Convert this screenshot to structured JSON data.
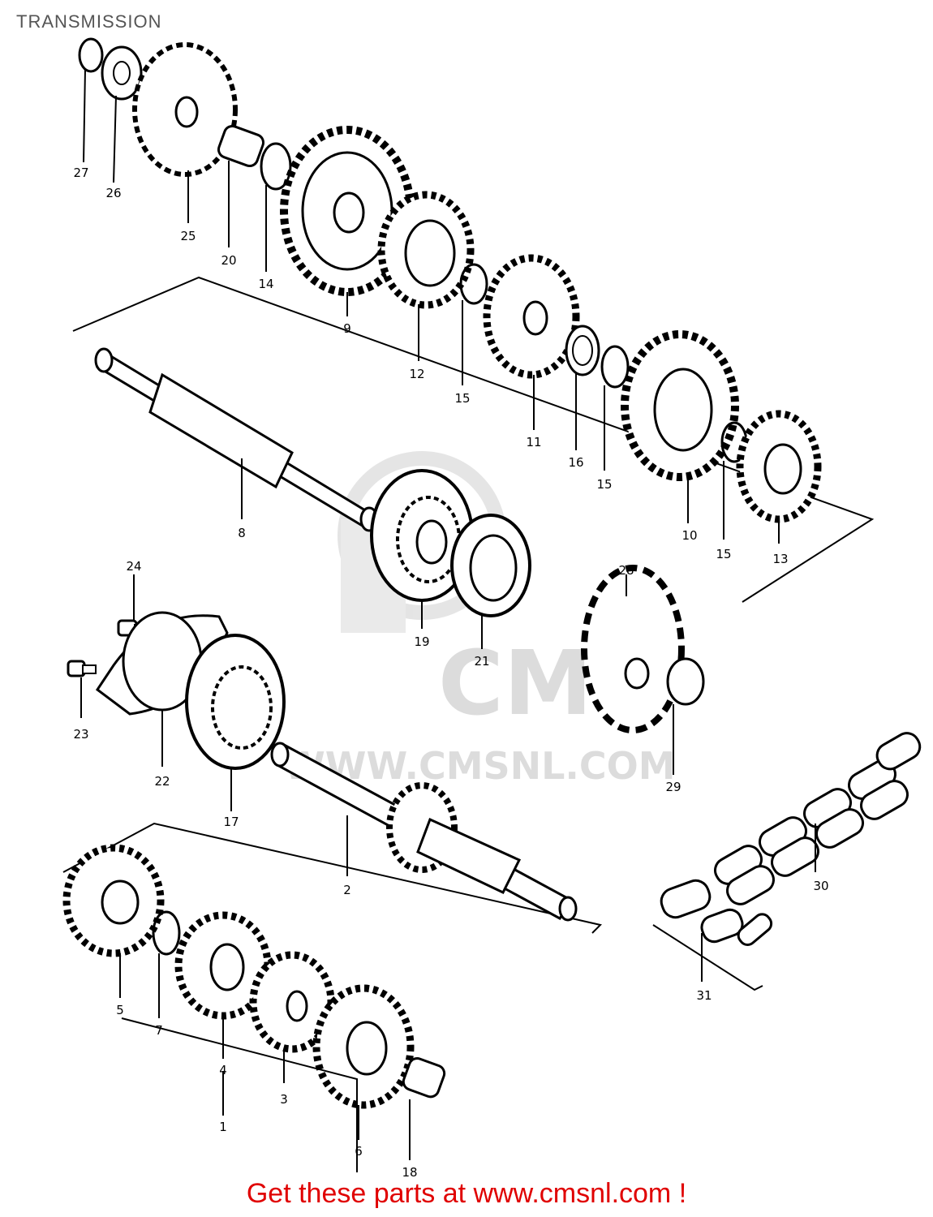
{
  "page": {
    "title": "TRANSMISSION"
  },
  "footer": {
    "text": "Get these parts at www.cmsnl.com !"
  },
  "watermark": {
    "logo": "CMS",
    "url": "WWW.CMSNL.COM"
  },
  "parts": [
    {
      "id": "p27",
      "label": "27"
    },
    {
      "id": "p26",
      "label": "26"
    },
    {
      "id": "p25",
      "label": "25"
    },
    {
      "id": "p20",
      "label": "20"
    },
    {
      "id": "p14",
      "label": "14"
    },
    {
      "id": "p9",
      "label": "9"
    },
    {
      "id": "p12",
      "label": "12"
    },
    {
      "id": "p15a",
      "label": "15"
    },
    {
      "id": "p11",
      "label": "11"
    },
    {
      "id": "p16",
      "label": "16"
    },
    {
      "id": "p15b",
      "label": "15"
    },
    {
      "id": "p10",
      "label": "10"
    },
    {
      "id": "p15c",
      "label": "15"
    },
    {
      "id": "p13",
      "label": "13"
    },
    {
      "id": "p8",
      "label": "8"
    },
    {
      "id": "p19",
      "label": "19"
    },
    {
      "id": "p21",
      "label": "21"
    },
    {
      "id": "p28",
      "label": "28"
    },
    {
      "id": "p29",
      "label": "29"
    },
    {
      "id": "p24",
      "label": "24"
    },
    {
      "id": "p23",
      "label": "23"
    },
    {
      "id": "p22",
      "label": "22"
    },
    {
      "id": "p17",
      "label": "17"
    },
    {
      "id": "p2",
      "label": "2"
    },
    {
      "id": "p30",
      "label": "30"
    },
    {
      "id": "p31",
      "label": "31"
    },
    {
      "id": "p5",
      "label": "5"
    },
    {
      "id": "p7",
      "label": "7"
    },
    {
      "id": "p4",
      "label": "4"
    },
    {
      "id": "p3",
      "label": "3"
    },
    {
      "id": "p1",
      "label": "1"
    },
    {
      "id": "p6",
      "label": "6"
    },
    {
      "id": "p18",
      "label": "18"
    }
  ]
}
